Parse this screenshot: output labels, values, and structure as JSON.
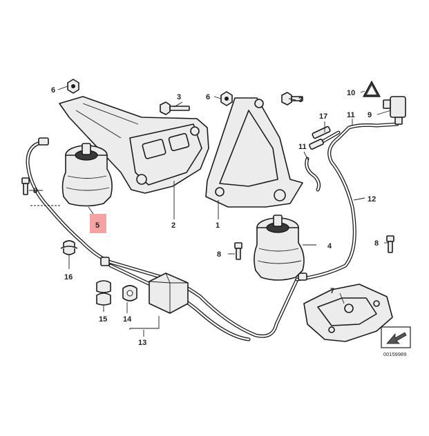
{
  "diagram": {
    "callouts": {
      "c1": "1",
      "c2": "2",
      "c3": "3",
      "c4": "4",
      "c5": "5",
      "c6a": "6",
      "c6b": "6",
      "c7": "7",
      "c8a": "8",
      "c8b": "8",
      "c8c": "8",
      "c9": "9",
      "c10": "10",
      "c11a": "11",
      "c11b": "11",
      "c12": "12",
      "c13": "13",
      "c14": "14",
      "c15": "15",
      "c16": "16",
      "c17": "17"
    },
    "highlight_color": "#f4a3a3",
    "drawing_code": "00159989"
  }
}
